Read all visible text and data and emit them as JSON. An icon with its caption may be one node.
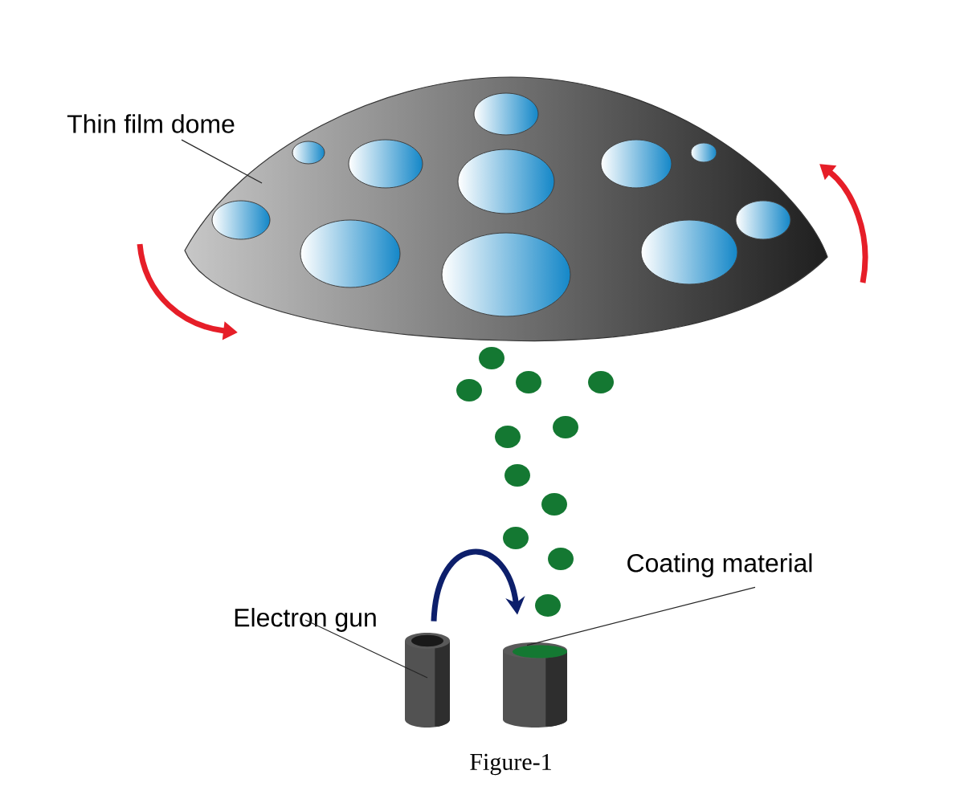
{
  "diagram": {
    "caption": "Figure-1",
    "nodes": [
      {
        "text": [
          "Thin film dome"
        ]
      },
      {
        "text": [],
        "shape": "dome"
      },
      {
        "text": [
          "Electron gun"
        ]
      },
      {
        "text": [],
        "shape": "cylinder"
      },
      {
        "text": [
          "Coating material"
        ]
      },
      {
        "text": [],
        "shape": "cylinder"
      },
      {
        "text": [],
        "shape": "ellipse",
        "in": 5
      }
    ],
    "edges": [
      {
        "from": 0,
        "to": 1,
        "arrow": "none"
      },
      {
        "from": 2,
        "to": 3,
        "arrow": "none"
      },
      {
        "from": 4,
        "to": 6,
        "arrow": "none"
      },
      {
        "from": 3,
        "to": 5,
        "arrow": "to",
        "style": "thick",
        "color": "#0d1f6b"
      }
    ]
  }
}
